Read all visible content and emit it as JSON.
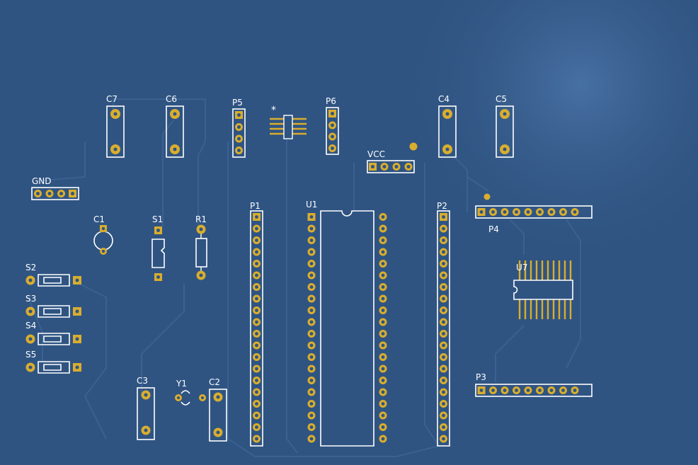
{
  "board": {
    "background": "#2f5482",
    "pad_color": "#d9ad2e",
    "silkscreen_color": "#ffffff"
  },
  "labels": {
    "c7": "C7",
    "c6": "C6",
    "p5": "P5",
    "p6": "P6",
    "c4": "C4",
    "c5": "C5",
    "vcc": "VCC",
    "gnd": "GND",
    "c1": "C1",
    "s1": "S1",
    "r1": "R1",
    "p1": "P1",
    "u1": "U1",
    "p2": "P2",
    "p4": "P4",
    "u7": "U7",
    "s2": "S2",
    "s3": "S3",
    "s4": "S4",
    "s5": "S5",
    "c3": "C3",
    "y1": "Y1",
    "c2": "C2",
    "p3": "P3",
    "pin1_marker": "*"
  }
}
